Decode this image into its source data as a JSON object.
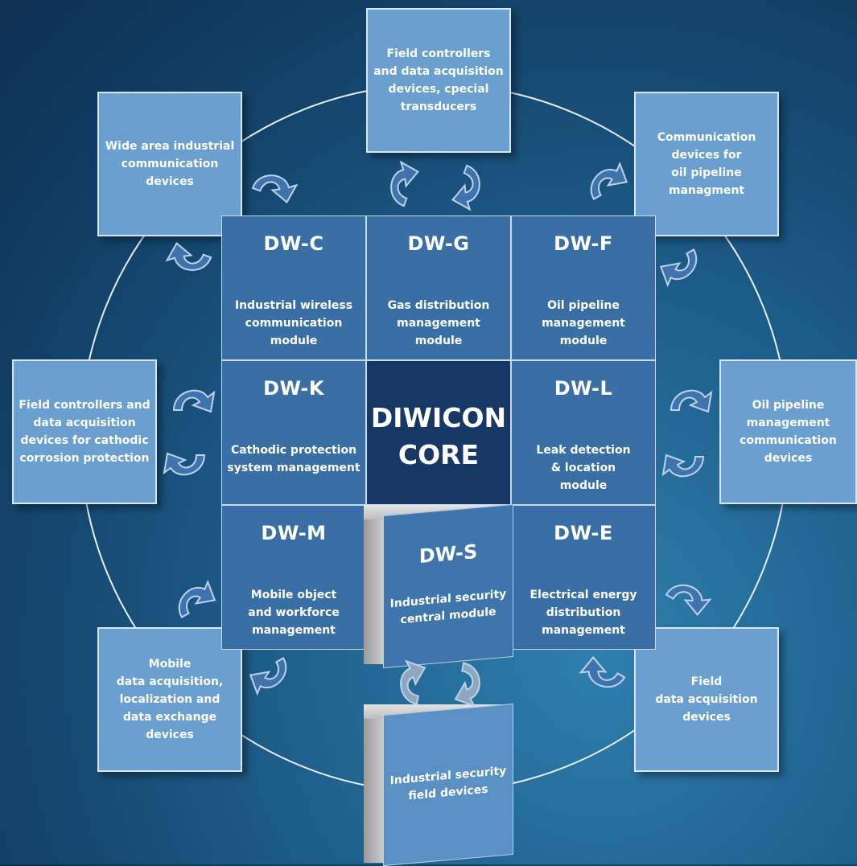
{
  "outer_devices": {
    "top": "Field controllers\nand data acquisition\ndevices, cpecial\ntransducers",
    "top_left": "Wide area industrial\ncommunication\ndevices",
    "top_right": "Communication\ndevices for\noil pipeline\nmanagment",
    "left": "Field controllers and\ndata acquisition\ndevices for cathodic\ncorrosion protection",
    "right": "Oil pipeline\nmanagement\ncommunication\ndevices",
    "bottom_left": "Mobile\ndata acquisition,\nlocalization and\ndata exchange\ndevices",
    "bottom_right": "Field\ndata acquisition\ndevices",
    "bottom": "Industrial security\nfield devices"
  },
  "modules": {
    "dw_c": {
      "code": "DW-C",
      "desc": "Industrial wireless\ncommunication\nmodule"
    },
    "dw_g": {
      "code": "DW-G",
      "desc": "Gas distribution\nmanagement\nmodule"
    },
    "dw_f": {
      "code": "DW-F",
      "desc": "Oil pipeline\nmanagement\nmodule"
    },
    "dw_k": {
      "code": "DW-K",
      "desc": "Cathodic protection\nsystem management"
    },
    "dw_l": {
      "code": "DW-L",
      "desc": "Leak detection\n& location\nmodule"
    },
    "dw_m": {
      "code": "DW-M",
      "desc": "Mobile object\nand workforce\nmanagement"
    },
    "dw_s": {
      "code": "DW-S",
      "desc": "Industrial security\ncentral module"
    },
    "dw_e": {
      "code": "DW-E",
      "desc": "Electrical energy\ndistribution\nmanagement"
    }
  },
  "core": {
    "title": "DIWICON\nCORE"
  },
  "colors": {
    "background": "#1d5d8a",
    "module": "#3a6fa6",
    "core": "#173764",
    "device": "#6a9fd0"
  }
}
